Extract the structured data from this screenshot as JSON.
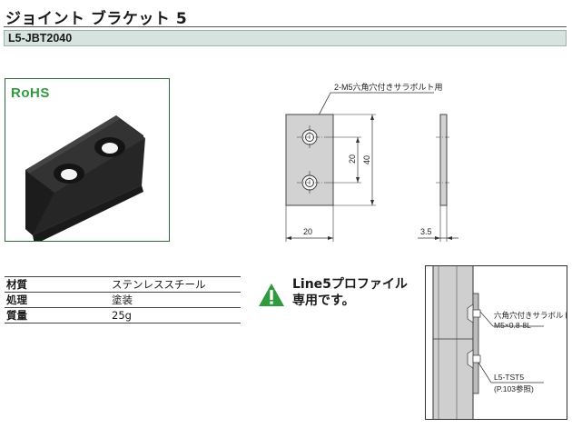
{
  "page": {
    "title": "ジョイント ブラケット 5",
    "part_number": "L5-JBT2040"
  },
  "logo": {
    "text": "RoHS",
    "color": "#2f9a3e"
  },
  "drawing": {
    "hole_callout": "2-M5六角穴付きサラボルト用",
    "dim_height_inner": "20",
    "dim_height_outer": "40",
    "dim_width": "20",
    "dim_thickness": "3.5"
  },
  "specs": [
    {
      "label": "材質",
      "value": "ステンレススチール"
    },
    {
      "label": "処理",
      "value": "塗装"
    },
    {
      "label": "質量",
      "value": "25g"
    }
  ],
  "notice": {
    "text_line1": "Line5プロファイル",
    "text_line2": "専用です。",
    "icon": "warning-triangle-icon",
    "icon_color": "#2f9a3e"
  },
  "install_diagram": {
    "bolt_label_line1": "六角穴付きサラボルト",
    "bolt_label_line2": "M5×0.8-8L",
    "nut_label_line1": "L5-TST5",
    "nut_label_line2": "(P.103参照)"
  }
}
